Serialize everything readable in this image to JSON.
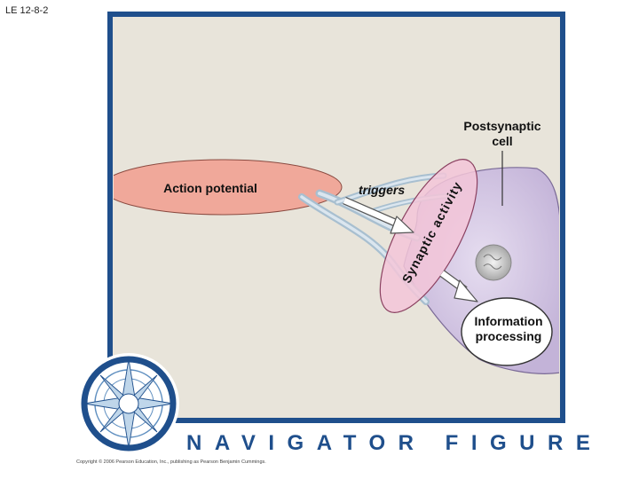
{
  "slide_label": "LE 12-8-2",
  "labels": {
    "action_potential": "Action potential",
    "triggers": "triggers",
    "synaptic_activity": "Synaptic activity",
    "postsynaptic_line1": "Postsynaptic",
    "postsynaptic_line2": "cell",
    "info_line1": "Information",
    "info_line2": "processing"
  },
  "footer": {
    "navigator_title": "NAVIGATOR FIGURE",
    "copyright": "Copyright © 2006 Pearson Education, Inc., publishing as Pearson Benjamin Cummings."
  },
  "colors": {
    "frame_blue": "#1f4f8c",
    "panel_bg": "#e8e4da",
    "action_potential_fill": "#f0a89a",
    "synaptic_fill": "#f3c6d8",
    "cell_fill": "#d8cde6"
  }
}
